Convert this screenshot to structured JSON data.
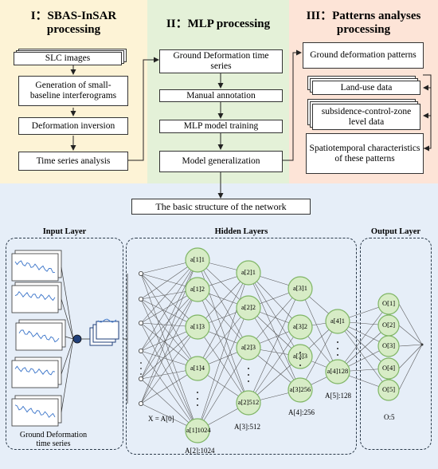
{
  "panels": {
    "sbas": {
      "title_line1": "I：SBAS-InSAR",
      "title_line2": "processing",
      "steps": [
        "SLC images",
        "Generation of small-baseline interferograms",
        "Deformation inversion",
        "Time series analysis"
      ]
    },
    "mlp": {
      "title": "II：MLP processing",
      "steps": [
        "Ground Deformation time series",
        "Manual annotation",
        "MLP model training",
        "Model generalization"
      ]
    },
    "patterns": {
      "title_line1": "III：Patterns analyses",
      "title_line2": "processing",
      "steps": [
        "Ground deformation patterns",
        "Land-use data",
        "subsidence-control-zone level data",
        "Spatiotemporal characteristics of these patterns"
      ]
    },
    "colors": {
      "sbas": "#fdf3d6",
      "mlp": "#e4f1d8",
      "patterns": "#fde4d7",
      "network": "#e6eef8",
      "node_fill": "#d7ecc6",
      "node_stroke": "#7fb565"
    }
  },
  "network": {
    "title": "The basic structure of the network",
    "input_layer": {
      "title": "Input Layer",
      "caption_line1": "Ground Deformation",
      "caption_line2": "time series",
      "x_label": "X = A[0]"
    },
    "hidden_layers": {
      "title": "Hidden Layers",
      "layers": [
        {
          "nodes": [
            "a[1]1",
            "a[1]2",
            "a[1]3",
            "a[1]4",
            "a[1]1024"
          ],
          "size_label": "A[2]:1024"
        },
        {
          "nodes": [
            "a[2]1",
            "a[2]2",
            "a[2]3",
            "a[2]512"
          ],
          "size_label": "A[3]:512"
        },
        {
          "nodes": [
            "a[3]1",
            "a[3]2",
            "a[3]3",
            "a[3]256"
          ],
          "size_label": "A[4]:256"
        },
        {
          "nodes": [
            "a[4]1",
            "a[4]128"
          ],
          "size_label": "A[5]:128"
        }
      ]
    },
    "output_layer": {
      "title": "Output Layer",
      "nodes": [
        "O[1]",
        "O[2]",
        "O[3]",
        "O[4]",
        "O[5]"
      ],
      "size_label": "O:5"
    },
    "ellipsis": "·\n·\n·"
  }
}
